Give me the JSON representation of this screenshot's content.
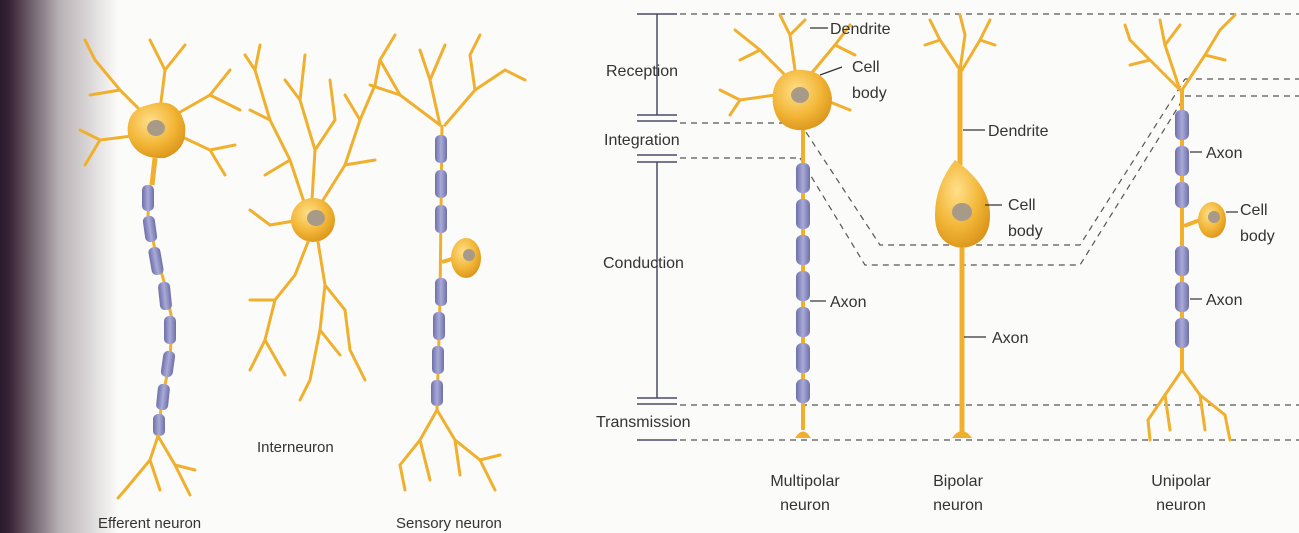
{
  "figure": {
    "left_panel": {
      "efferent_label": "Efferent neuron",
      "interneuron_label": "Interneuron",
      "sensory_label": "Sensory neuron"
    },
    "zones": {
      "reception": "Reception",
      "integration": "Integration",
      "conduction": "Conduction",
      "transmission": "Transmission"
    },
    "multipolar": {
      "dendrite": "Dendrite",
      "cell": "Cell",
      "body": "body",
      "axon": "Axon",
      "name_line1": "Multipolar",
      "name_line2": "neuron"
    },
    "bipolar": {
      "dendrite": "Dendrite",
      "cell": "Cell",
      "body": "body",
      "axon": "Axon",
      "name_line1": "Bipolar",
      "name_line2": "neuron"
    },
    "unipolar": {
      "axon_top": "Axon",
      "cell": "Cell",
      "body": "body",
      "axon_bottom": "Axon",
      "name_line1": "Unipolar",
      "name_line2": "neuron"
    },
    "colors": {
      "neuron": "#f0b02e",
      "neuron_dark": "#c98a12",
      "myelin": "#8e8fc4",
      "myelin_dark": "#5d5e9a",
      "nucleus": "#a89a88",
      "line": "#4a4a6a"
    }
  }
}
